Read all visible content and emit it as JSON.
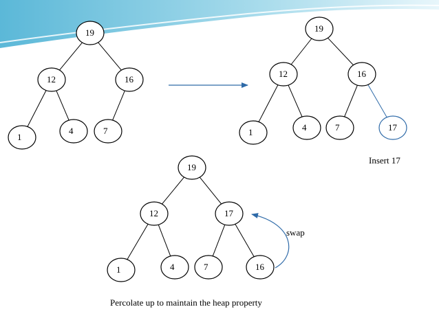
{
  "trees": [
    {
      "id": "before",
      "nodes": [
        "19",
        "12",
        "16",
        "1",
        "4",
        "7"
      ]
    },
    {
      "id": "after-insert",
      "nodes": [
        "19",
        "12",
        "16",
        "1",
        "4",
        "7",
        "17"
      ],
      "caption": "Insert 17"
    },
    {
      "id": "after-swap",
      "nodes": [
        "19",
        "12",
        "17",
        "1",
        "4",
        "7",
        "16"
      ],
      "annotation": "swap",
      "caption": "Percolate up to maintain the heap property"
    }
  ],
  "colors": {
    "node_stroke": "#000000",
    "edge": "#000000",
    "highlight": "#2e6aa8",
    "banner": "#7fc8e0"
  }
}
